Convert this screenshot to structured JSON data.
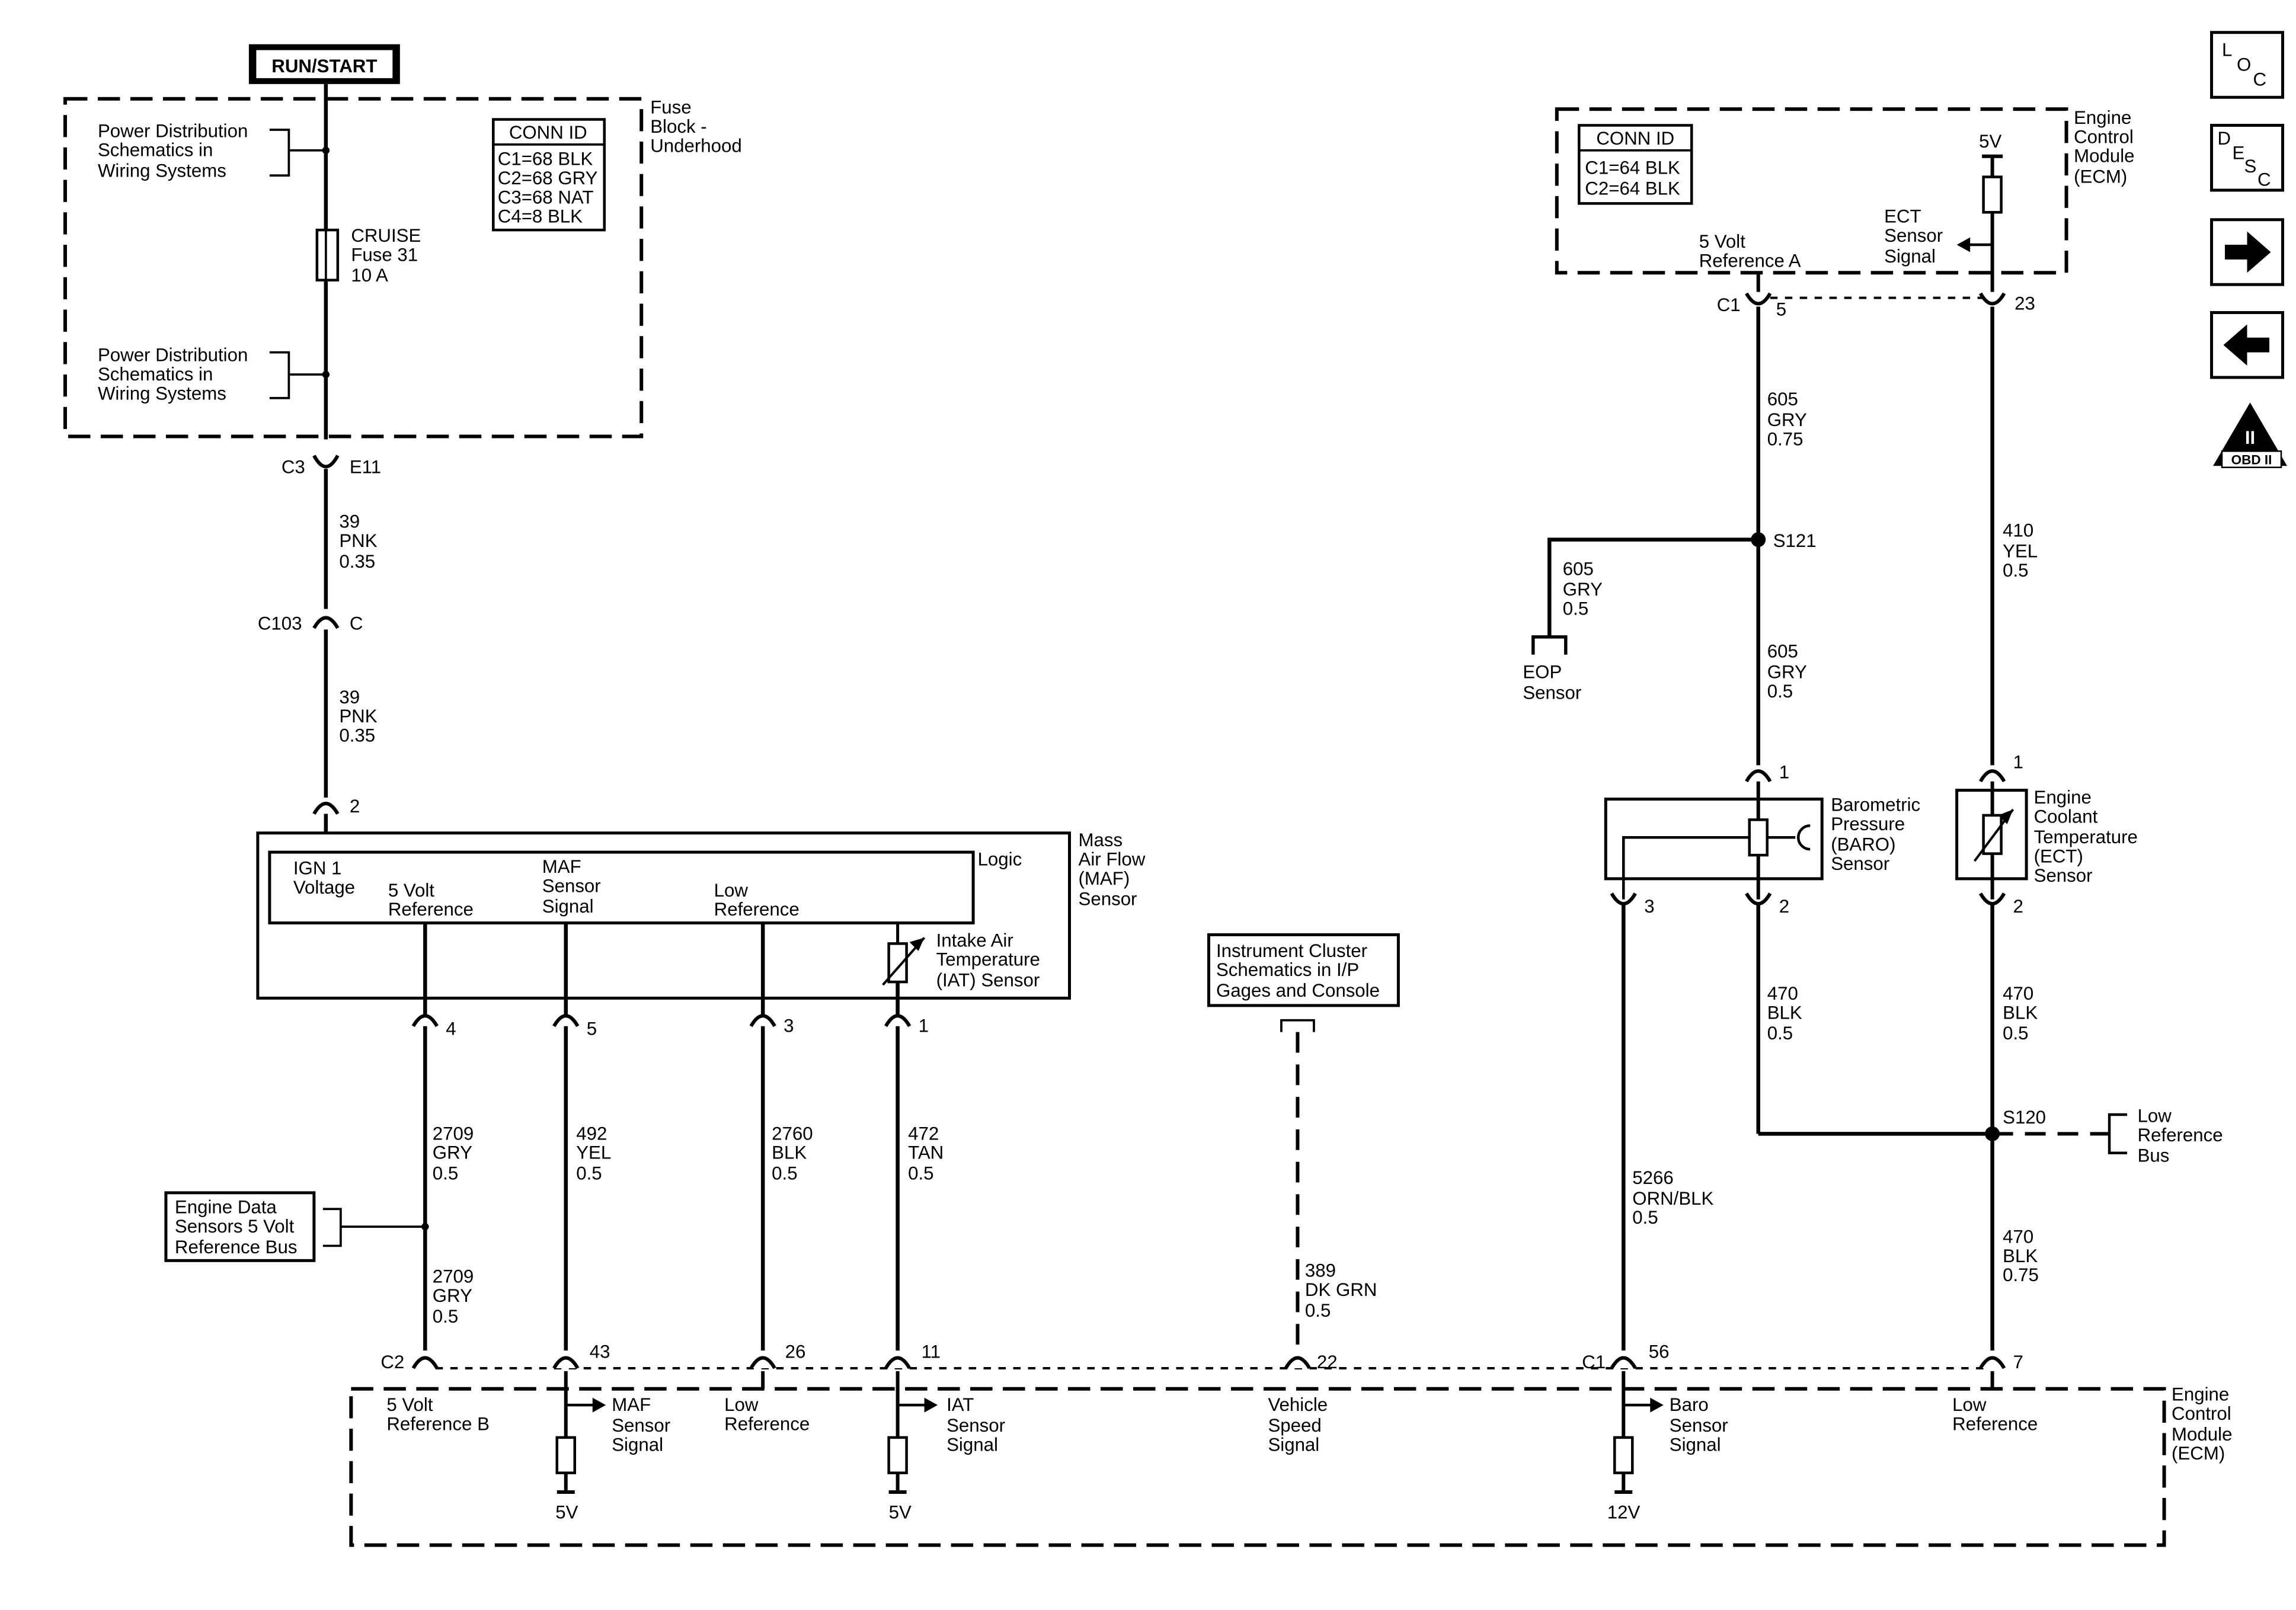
{
  "run_start": "RUN/START",
  "fuse_block": {
    "title_lines": [
      "Fuse",
      "Block -",
      "Underhood"
    ],
    "conn_id_title": "CONN ID",
    "conn_ids": [
      "C1=68 BLK",
      "C2=68 GRY",
      "C3=68 NAT",
      "C4=8 BLK"
    ],
    "power_dist_1": [
      "Power Distribution",
      "Schematics in",
      "Wiring Systems"
    ],
    "power_dist_2": [
      "Power Distribution",
      "Schematics in",
      "Wiring Systems"
    ],
    "fuse_lines": [
      "CRUISE",
      "Fuse 31",
      "10 A"
    ]
  },
  "connectors": {
    "c3": "C3",
    "e11": "E11",
    "c103": "C103",
    "c": "C",
    "maf_pin2": "2"
  },
  "wires": {
    "pnk_top": [
      "39",
      "PNK",
      "0.35"
    ],
    "pnk_mid": [
      "39",
      "PNK",
      "0.35"
    ],
    "gry_2709_top": [
      "2709",
      "GRY",
      "0.5"
    ],
    "gry_2709_bot": [
      "2709",
      "GRY",
      "0.5"
    ],
    "yel_492": [
      "492",
      "YEL",
      "0.5"
    ],
    "blk_2760": [
      "2760",
      "BLK",
      "0.5"
    ],
    "tan_472": [
      "472",
      "TAN",
      "0.5"
    ],
    "dkgrn_389": [
      "389",
      "DK GRN",
      "0.5"
    ],
    "orn_5266": [
      "5266",
      "ORN/BLK",
      "0.5"
    ],
    "gry_605_top": [
      "605",
      "GRY",
      "0.75"
    ],
    "gry_605_eop": [
      "605",
      "GRY",
      "0.5"
    ],
    "gry_605_bot": [
      "605",
      "GRY",
      "0.5"
    ],
    "yel_410": [
      "410",
      "YEL",
      "0.5"
    ],
    "blk_470_baro": [
      "470",
      "BLK",
      "0.5"
    ],
    "blk_470_ect": [
      "470",
      "BLK",
      "0.5"
    ],
    "blk_470_bot": [
      "470",
      "BLK",
      "0.75"
    ]
  },
  "maf": {
    "title_lines": [
      "Mass",
      "Air Flow",
      "(MAF)",
      "Sensor"
    ],
    "logic": "Logic",
    "ign": [
      "IGN 1",
      "Voltage"
    ],
    "ref5v": [
      "5 Volt",
      "Reference"
    ],
    "sig": [
      "MAF",
      "Sensor",
      "Signal"
    ],
    "lowref": [
      "Low",
      "Reference"
    ],
    "iat": [
      "Intake Air",
      "Temperature",
      "(IAT) Sensor"
    ],
    "pins": [
      "4",
      "5",
      "3",
      "1"
    ]
  },
  "engine_data_bus": [
    "Engine Data",
    "Sensors 5 Volt",
    "Reference Bus"
  ],
  "instrument_cluster": [
    "Instrument Cluster",
    "Schematics in I/P",
    "Gages and Console"
  ],
  "ecm_bottom": {
    "title_lines": [
      "Engine",
      "Control",
      "Module",
      "(ECM)"
    ],
    "c2": "C2",
    "c1": "C1",
    "pins": [
      "43",
      "26",
      "11",
      "22",
      "56",
      "7"
    ],
    "ref_b": [
      "5 Volt",
      "Reference B"
    ],
    "maf_sig": [
      "MAF",
      "Sensor",
      "Signal"
    ],
    "low_ref": [
      "Low",
      "Reference"
    ],
    "iat_sig": [
      "IAT",
      "Sensor",
      "Signal"
    ],
    "vss": [
      "Vehicle",
      "Speed",
      "Signal"
    ],
    "baro_sig": [
      "Baro",
      "Sensor",
      "Signal"
    ],
    "low_ref2": [
      "Low",
      "Reference"
    ],
    "v5a": "5V",
    "v5b": "5V",
    "v12": "12V"
  },
  "ecm_top": {
    "title_lines": [
      "Engine",
      "Control",
      "Module",
      "(ECM)"
    ],
    "conn_id_title": "CONN ID",
    "conn_ids": [
      "C1=64 BLK",
      "C2=64 BLK"
    ],
    "v5": "5V",
    "ect_sig": [
      "ECT",
      "Sensor",
      "Signal"
    ],
    "ref_a": [
      "5 Volt",
      "Reference A"
    ],
    "c1": "C1",
    "pin5": "5",
    "pin23": "23"
  },
  "splices": {
    "s121": "S121",
    "s120": "S120"
  },
  "eop": [
    "EOP",
    "Sensor"
  ],
  "baro": {
    "title_lines": [
      "Barometric",
      "Pressure",
      "(BARO)",
      "Sensor"
    ],
    "pins": [
      "1",
      "3",
      "2"
    ]
  },
  "ect": {
    "title_lines": [
      "Engine",
      "Coolant",
      "Temperature",
      "(ECT)",
      "Sensor"
    ],
    "pins": [
      "1",
      "2"
    ]
  },
  "low_ref_bus": [
    "Low",
    "Reference",
    "Bus"
  ],
  "nav": {
    "loc": [
      "L",
      "O",
      "C"
    ],
    "desc": [
      "D",
      "E",
      "S",
      "C"
    ],
    "obd_roman": "II",
    "obd_label": "OBD II"
  }
}
